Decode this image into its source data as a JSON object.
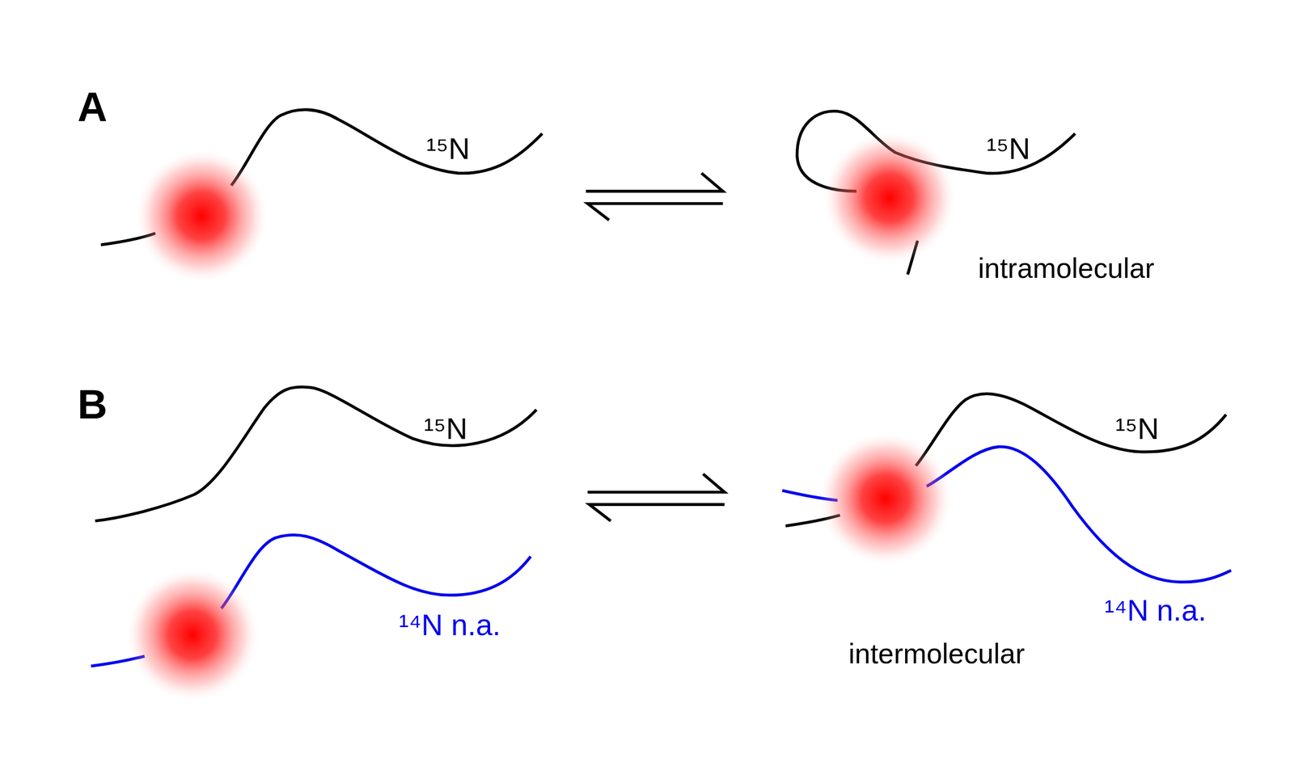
{
  "diagram": {
    "labels": [
      "A",
      "¹⁵N",
      "¹⁵N",
      "intramolecular",
      "B",
      "¹⁵N",
      "¹⁴N n.a.",
      "¹⁵N",
      "¹⁴N n.a.",
      "intermolecular"
    ]
  }
}
